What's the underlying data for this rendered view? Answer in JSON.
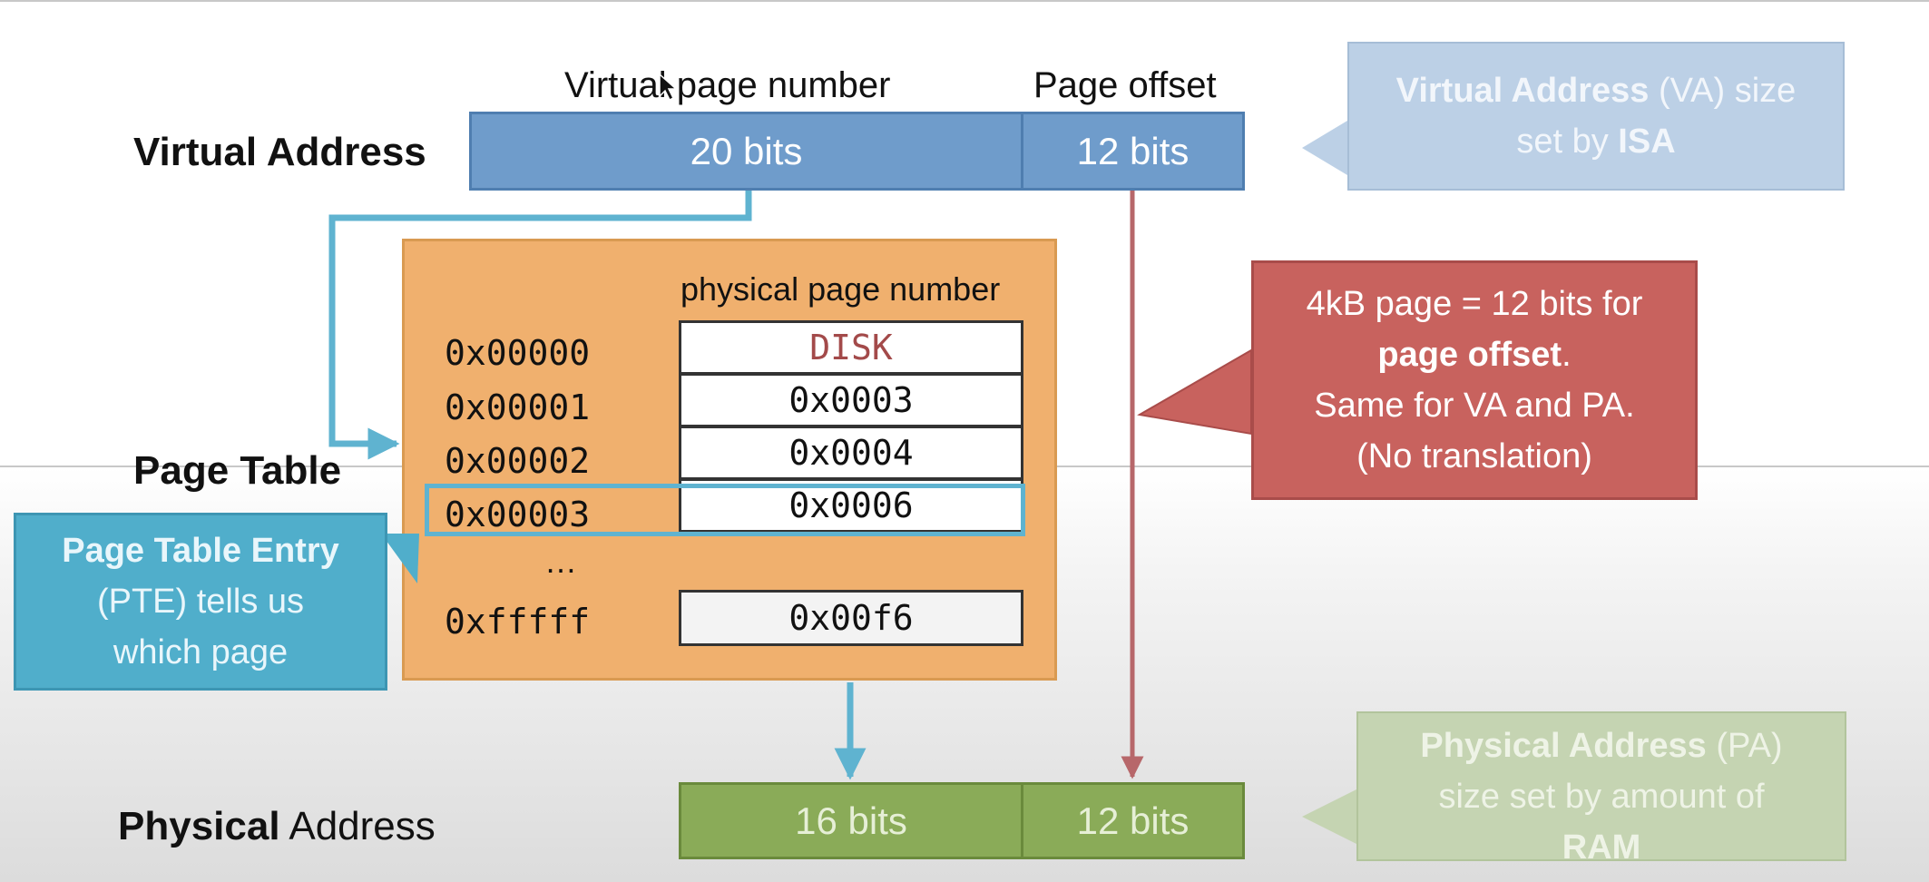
{
  "virtual_address": {
    "title": "Virtual Address",
    "vpn_header": "Virtual page number",
    "offset_header": "Page offset",
    "vpn_bits": "20 bits",
    "offset_bits": "12 bits"
  },
  "page_table": {
    "title": "Page Table",
    "column_header": "physical page number",
    "ellipsis": "…",
    "rows": [
      {
        "index": "0x00000",
        "value": "DISK"
      },
      {
        "index": "0x00001",
        "value": "0x0003"
      },
      {
        "index": "0x00002",
        "value": "0x0004"
      },
      {
        "index": "0x00003",
        "value": "0x0006"
      },
      {
        "index": "0xfffff",
        "value": "0x00f6"
      }
    ]
  },
  "physical_address": {
    "title_bold": "Physical",
    "title_rest": " Address",
    "ppn_bits": "16 bits",
    "offset_bits": "12 bits"
  },
  "callouts": {
    "va_size": {
      "line1_bold": "Virtual Address",
      "line1_rest": " (VA) size",
      "line2_pre": "set by ",
      "line2_bold": "ISA"
    },
    "offset_note": {
      "line1": "4kB page = 12 bits for",
      "line2_bold": "page offset",
      "line2_rest": ".",
      "line3": "Same for VA and PA.",
      "line4": "(No translation)"
    },
    "pte": {
      "line1_bold": "Page Table Entry",
      "line2": "(PTE) tells us",
      "line3": "which page"
    },
    "pa_size": {
      "line1_bold": "Physical Address",
      "line1_rest": " (PA)",
      "line2": "size set by amount of",
      "line3_bold": "RAM"
    }
  },
  "colors": {
    "va_blue": "#6f9ccb",
    "page_table_orange": "#f0b06e",
    "pa_green": "#8aab58",
    "callout_red": "#c8625e",
    "pte_teal": "#50aecb",
    "arrow_teal": "#5fb3d0",
    "arrow_red": "#b7676a",
    "disk_text": "#a34a4a"
  }
}
